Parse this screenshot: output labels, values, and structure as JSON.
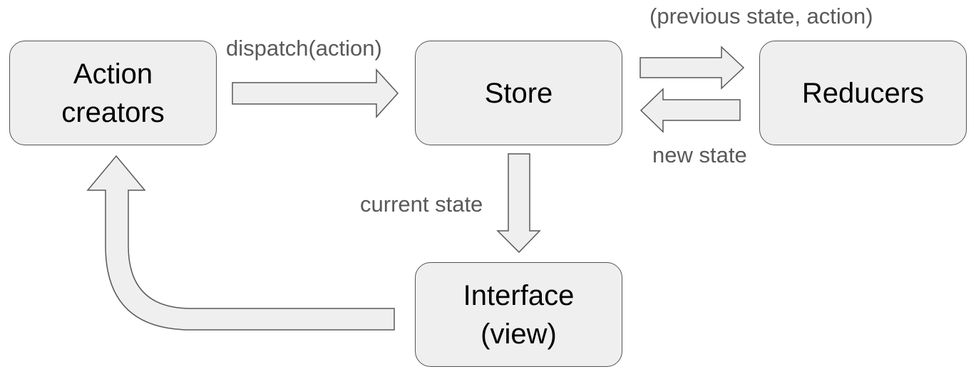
{
  "diagram": {
    "nodes": {
      "action_creators": "Action\ncreators",
      "store": "Store",
      "reducers": "Reducers",
      "interface": "Interface\n(view)"
    },
    "edges": {
      "dispatch": "dispatch(action)",
      "previous_state_action": "(previous state, action)",
      "new_state": "new state",
      "current_state": "current state"
    },
    "colors": {
      "box_fill": "#efefef",
      "box_border": "#555555",
      "arrow_fill": "#efefef",
      "arrow_stroke": "#595959",
      "label_text": "#595959"
    }
  }
}
